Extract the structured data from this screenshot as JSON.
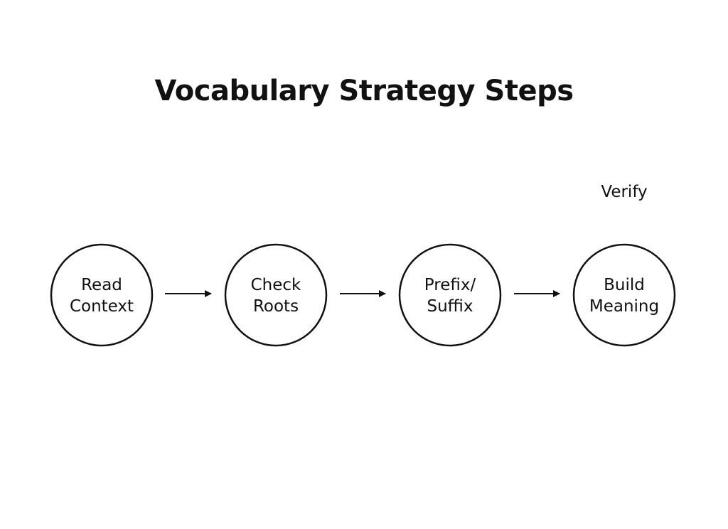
{
  "title": "Vocabulary Strategy Steps",
  "steps": [
    {
      "lines": [
        "Read",
        "Context"
      ]
    },
    {
      "lines": [
        "Check",
        "Roots"
      ]
    },
    {
      "lines": [
        "Prefix/",
        "Suffix"
      ]
    },
    {
      "lines": [
        "Build",
        "Meaning"
      ]
    }
  ],
  "floating_label": "Verify",
  "colors": {
    "stroke": "#111111",
    "text": "#111111",
    "background": "#ffffff"
  }
}
